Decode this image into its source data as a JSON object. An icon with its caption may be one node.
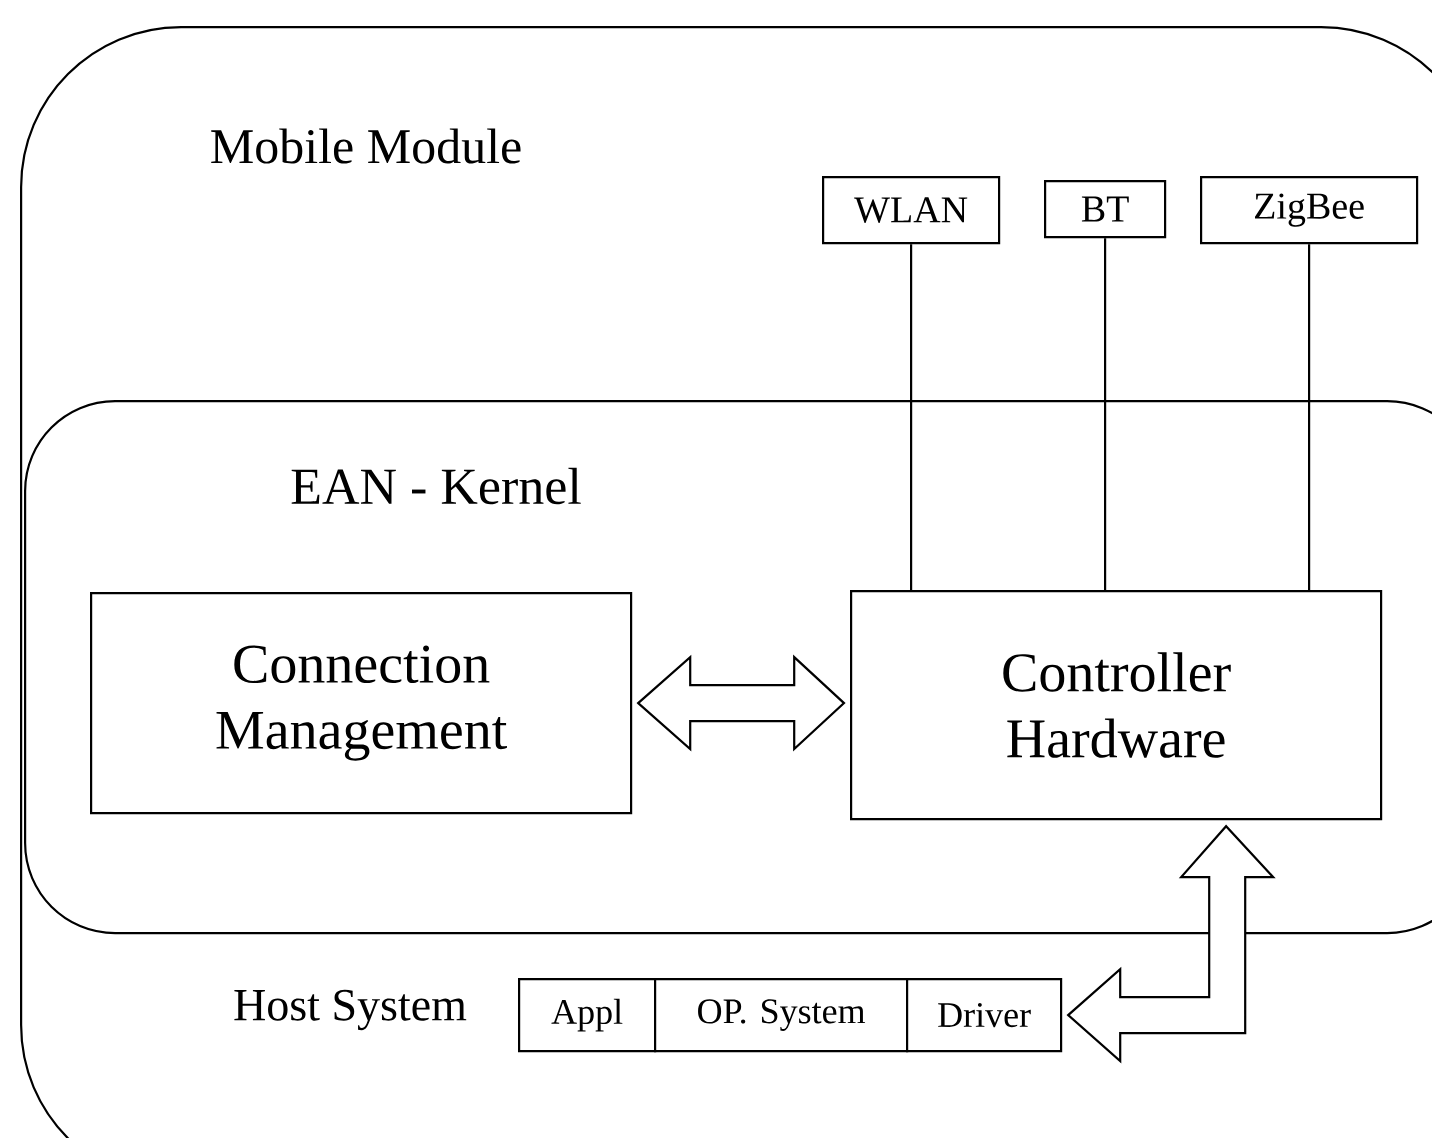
{
  "diagram": {
    "nodes": [
      {
        "text": [
          "Mobile Module"
        ]
      },
      {
        "text": [
          "EAN - Kernel"
        ],
        "in": 0
      },
      {
        "text": [
          "WLAN"
        ],
        "in": 0
      },
      {
        "text": [
          "BT"
        ],
        "in": 0
      },
      {
        "text": [
          "ZigBee"
        ],
        "in": 0
      },
      {
        "text": [
          "Connection Management"
        ],
        "in": 1
      },
      {
        "text": [
          "Controller Hardware"
        ],
        "in": 1
      },
      {
        "text": [
          "Appl"
        ],
        "in": 0
      },
      {
        "text": [
          "OP. System"
        ],
        "in": 0
      },
      {
        "text": [
          "Driver"
        ],
        "in": 0
      }
    ],
    "edges": [
      {
        "from": 2,
        "to": 6,
        "arrow": "none"
      },
      {
        "from": 3,
        "to": 6,
        "arrow": "none"
      },
      {
        "from": 4,
        "to": 6,
        "arrow": "none"
      },
      {
        "from": 5,
        "to": 6,
        "arrow": "both",
        "style": "thick"
      },
      {
        "from": 9,
        "to": 6,
        "arrow": "both",
        "style": "thick"
      }
    ],
    "labels": [
      "Host System"
    ]
  }
}
